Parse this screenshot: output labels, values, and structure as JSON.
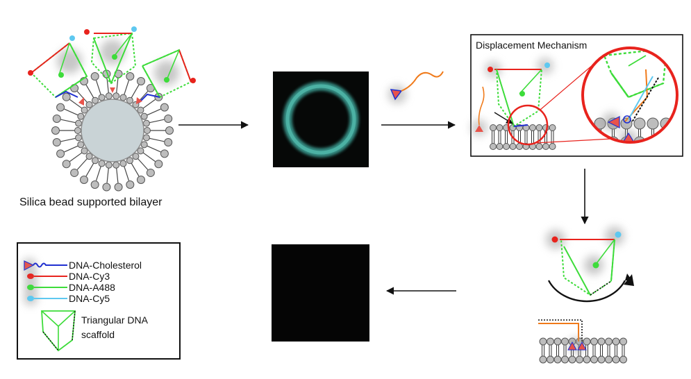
{
  "labels": {
    "bead_caption": "Silica bead supported bilayer",
    "mechanism_title": "Displacement Mechanism"
  },
  "legend": {
    "items": [
      {
        "text": "DNA-Cholesterol",
        "color": "#1f2fd0",
        "icon": "cholesterol-triangle-icon"
      },
      {
        "text": "DNA-Cy3",
        "color": "#e8231d",
        "icon": "red-fluorophore-icon"
      },
      {
        "text": "DNA-A488",
        "color": "#3ddc3a",
        "icon": "green-fluorophore-icon"
      },
      {
        "text": "DNA-Cy5",
        "color": "#5ec8f0",
        "icon": "blue-fluorophore-icon"
      }
    ],
    "scaffold_line1": "Triangular DNA",
    "scaffold_line2": "scaffold"
  },
  "colors": {
    "cholesterol": "#1f2fd0",
    "cy3": "#e8231d",
    "a488": "#3ddc3a",
    "cy5": "#5ec8f0",
    "displacer": "#f07a1a",
    "lipid_head": "#bdbdbd",
    "bead": "#c9d3d6",
    "micro_ring": "#4fc2b4"
  }
}
